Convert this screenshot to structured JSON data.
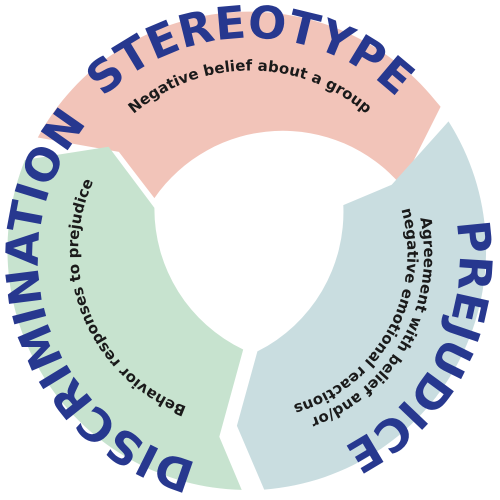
{
  "cycle": {
    "segments": [
      {
        "key": "stereotype",
        "title": "STEREOTYPE",
        "description": [
          "Negative belief about a group"
        ],
        "fill": "#f2c4b9"
      },
      {
        "key": "prejudice",
        "title": "PREJUDICE",
        "description": [
          "Agreement with belief and/or",
          "negative emotional reactions"
        ],
        "fill": "#c9dde0"
      },
      {
        "key": "discrimination",
        "title": "DISCRIMINATION",
        "description": [
          "Behavior responses to prejudice"
        ],
        "fill": "#c7e3cf"
      }
    ],
    "title_color": "#27388f"
  }
}
